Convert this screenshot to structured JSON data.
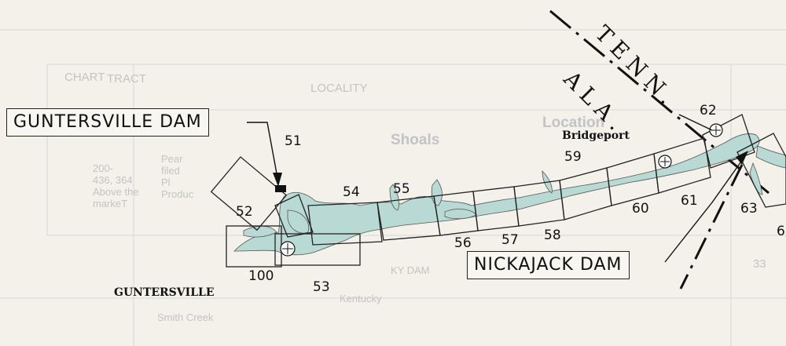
{
  "map": {
    "callouts": {
      "guntersville_dam": "GUNTERSVILLE DAM",
      "nickajack_dam": "NICKAJACK DAM"
    },
    "places": {
      "bridgeport": "Bridgeport",
      "guntersville": "GUNTERSVILLE"
    },
    "states": {
      "tenn": "TENN.",
      "ala": "ALA."
    },
    "chart_numbers": [
      "51",
      "52",
      "53",
      "54",
      "55",
      "56",
      "57",
      "58",
      "59",
      "60",
      "61",
      "62",
      "63",
      "6",
      "100"
    ],
    "bleed_through_text": {
      "chart": "CHART",
      "tract": "TRACT",
      "locality": "LOCALITY",
      "location": "Location",
      "shoals": "Shoals",
      "tract_nums": "200-\n436, 364\nAbove the\nmarkeT",
      "blurred_block": "Pear\nfiled\nPl \nProduc",
      "kentucky_dam": "KY DAM",
      "kentucky": "Kentucky",
      "smith": "Smith Creek",
      "num_33": "33"
    },
    "colors": {
      "water": "#b9d9d4",
      "ink": "#1a1a1a",
      "paper": "#f3f1ea"
    }
  }
}
